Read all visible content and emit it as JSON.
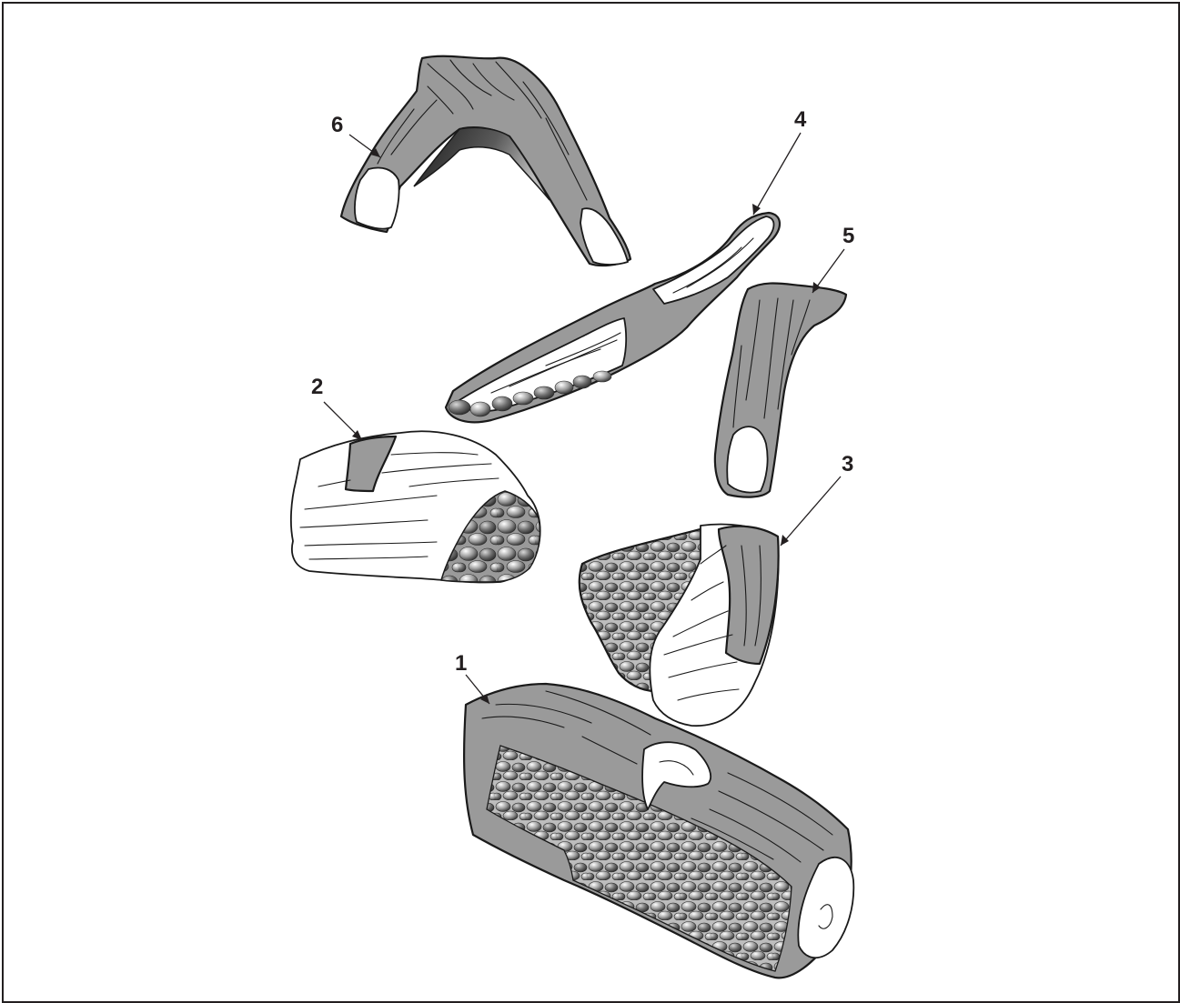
{
  "diagram": {
    "callouts": [
      {
        "id": "1",
        "label": "1",
        "part": "log-1"
      },
      {
        "id": "2",
        "label": "2",
        "part": "log-2"
      },
      {
        "id": "3",
        "label": "3",
        "part": "log-3"
      },
      {
        "id": "4",
        "label": "4",
        "part": "log-4"
      },
      {
        "id": "5",
        "label": "5",
        "part": "log-5"
      },
      {
        "id": "6",
        "label": "6",
        "part": "log-6"
      }
    ],
    "colors": {
      "bark": "#9a9a9a",
      "outline": "#1a1a1a",
      "cut_wood": "#ffffff",
      "text": "#231f20"
    }
  }
}
